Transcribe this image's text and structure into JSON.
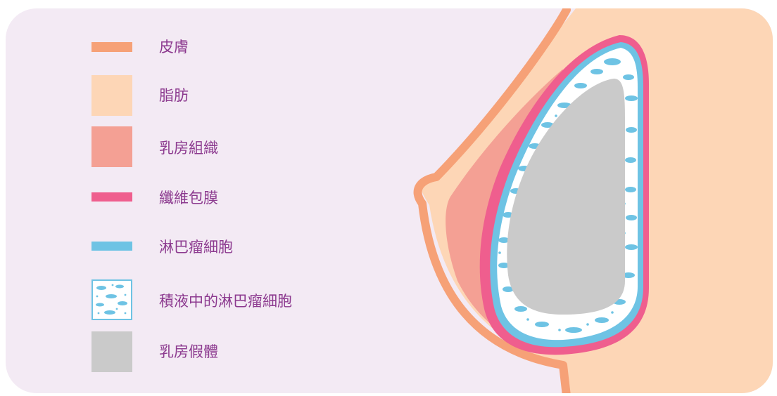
{
  "legend": {
    "items": [
      {
        "key": "skin",
        "label": "皮膚",
        "color": "#f6a177"
      },
      {
        "key": "fat",
        "label": "脂肪",
        "color": "#fdd6b6"
      },
      {
        "key": "tissue",
        "label": "乳房組織",
        "color": "#f4a094"
      },
      {
        "key": "capsule",
        "label": "纖維包膜",
        "color": "#ef5e8e"
      },
      {
        "key": "lymphoma",
        "label": "淋巴瘤細胞",
        "color": "#6ec3e4"
      },
      {
        "key": "effusion",
        "label": "積液中的淋巴瘤細胞",
        "color": "#6ec3e4"
      },
      {
        "key": "implant",
        "label": "乳房假體",
        "color": "#cacaca"
      }
    ]
  },
  "colors": {
    "background": "#f3eaf4",
    "label_text": "#8c3a8f",
    "fluid": "#ffffff"
  }
}
